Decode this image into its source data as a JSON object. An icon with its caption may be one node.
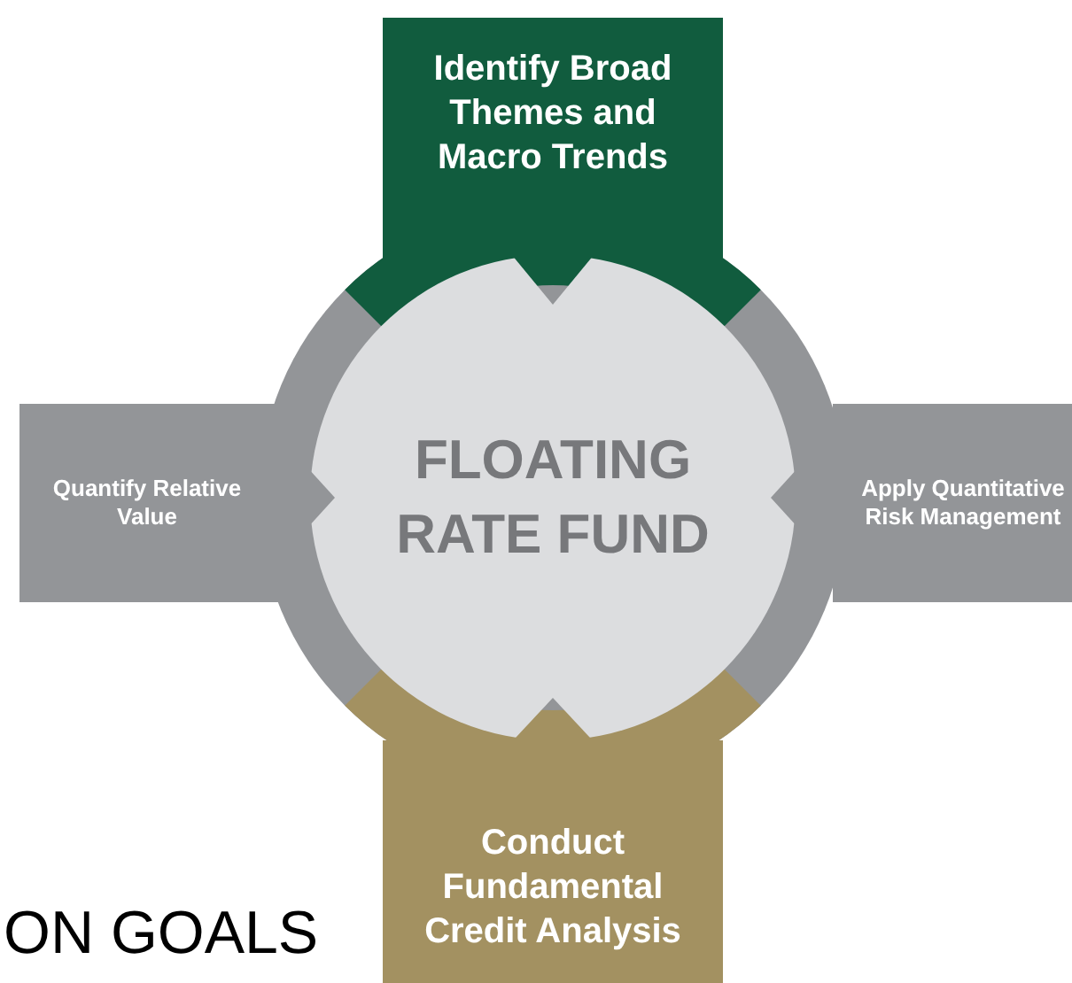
{
  "diagram": {
    "nodes": [
      {
        "text": [
          "FLOATING RATE FUND"
        ]
      },
      {
        "text": [
          "Identify Broad Themes and Macro Trends"
        ]
      },
      {
        "text": [
          "Apply Quantitative Risk Management"
        ]
      },
      {
        "text": [
          "Conduct Fundamental Credit Analysis"
        ]
      },
      {
        "text": [
          "Quantify Relative Value"
        ]
      }
    ],
    "labels": [
      "ON GOALS"
    ]
  }
}
